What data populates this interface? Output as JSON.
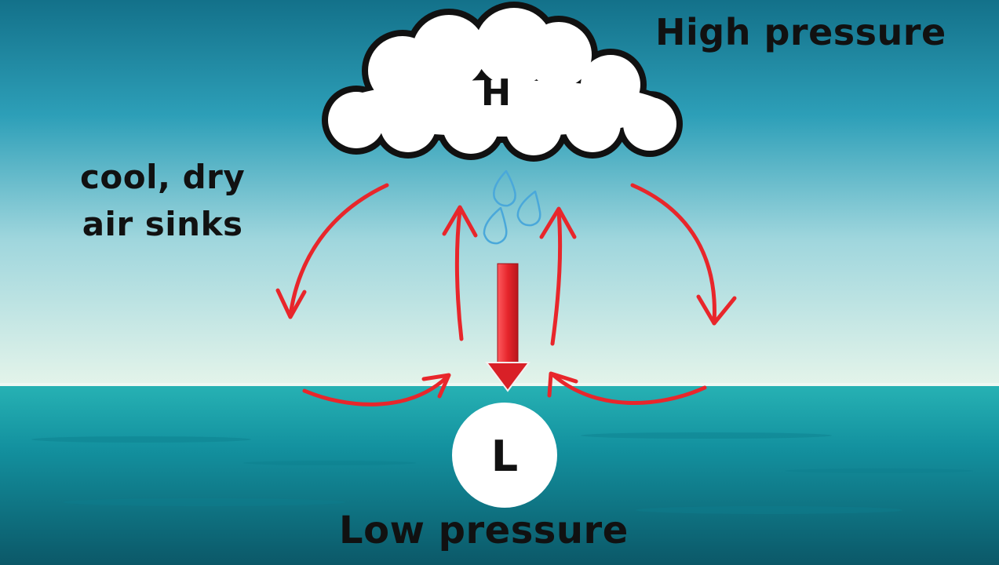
{
  "labels": {
    "high_pressure": "High pressure",
    "cool_dry_line1": "cool, dry",
    "cool_dry_line2": "air sinks",
    "low_pressure": "Low pressure"
  },
  "cloud": {
    "letter": "H"
  },
  "low_circle": {
    "letter": "L"
  },
  "colors": {
    "arrow": "#e8262b",
    "sky_top": "#1a7e96",
    "sky_horizon": "#dff3ea",
    "sea": "#118e9e",
    "drop": "#4aa8da",
    "text": "#111111"
  }
}
